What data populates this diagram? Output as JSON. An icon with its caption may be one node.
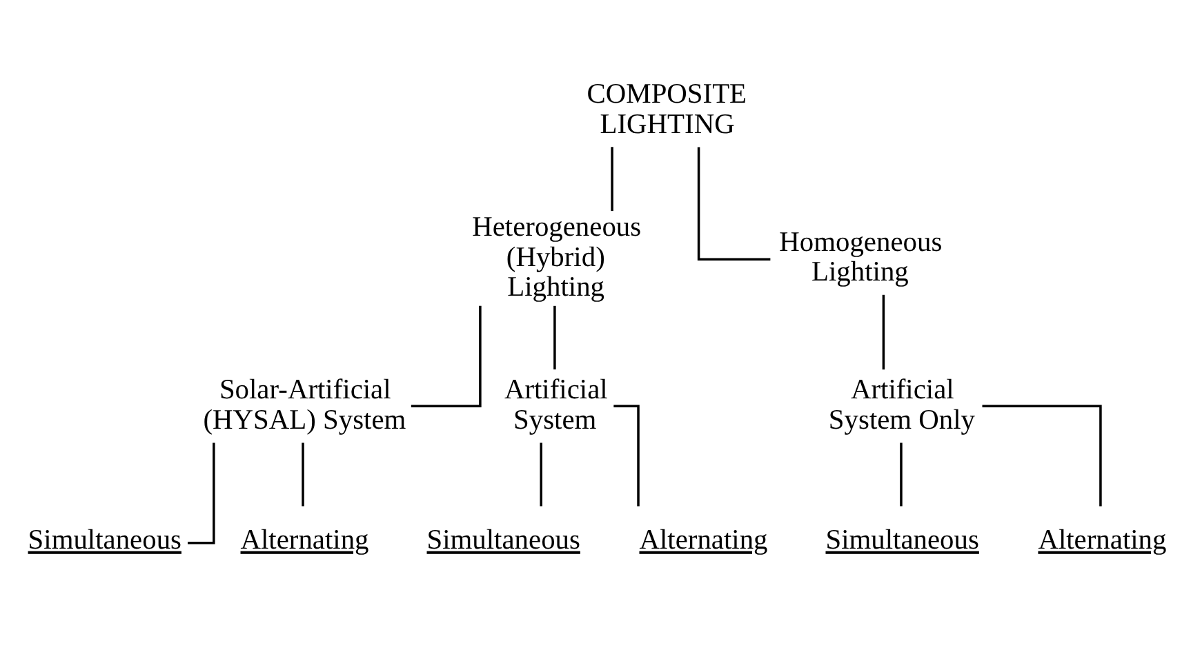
{
  "diagram": {
    "nodes": [
      {
        "text": [
          "COMPOSITE LIGHTING"
        ]
      },
      {
        "text": [
          "Heterogeneous (Hybrid) Lighting"
        ]
      },
      {
        "text": [
          "Homogeneous Lighting"
        ]
      },
      {
        "text": [
          "Solar-Artificial (HYSAL) System"
        ]
      },
      {
        "text": [
          "Artificial System"
        ]
      },
      {
        "text": [
          "Artificial System Only"
        ]
      },
      {
        "text": [
          "Simultaneous"
        ]
      },
      {
        "text": [
          "Alternating"
        ]
      },
      {
        "text": [
          "Simultaneous"
        ]
      },
      {
        "text": [
          "Alternating"
        ]
      },
      {
        "text": [
          "Simultaneous"
        ]
      },
      {
        "text": [
          "Alternating"
        ]
      }
    ],
    "edges": [
      {
        "from": 0,
        "to": 1,
        "arrow": "none"
      },
      {
        "from": 0,
        "to": 2,
        "arrow": "none"
      },
      {
        "from": 1,
        "to": 3,
        "arrow": "none"
      },
      {
        "from": 1,
        "to": 4,
        "arrow": "none"
      },
      {
        "from": 2,
        "to": 5,
        "arrow": "none"
      },
      {
        "from": 3,
        "to": 6,
        "arrow": "none"
      },
      {
        "from": 3,
        "to": 7,
        "arrow": "none"
      },
      {
        "from": 4,
        "to": 8,
        "arrow": "none"
      },
      {
        "from": 4,
        "to": 9,
        "arrow": "none"
      },
      {
        "from": 5,
        "to": 10,
        "arrow": "none"
      },
      {
        "from": 5,
        "to": 11,
        "arrow": "none"
      }
    ]
  }
}
